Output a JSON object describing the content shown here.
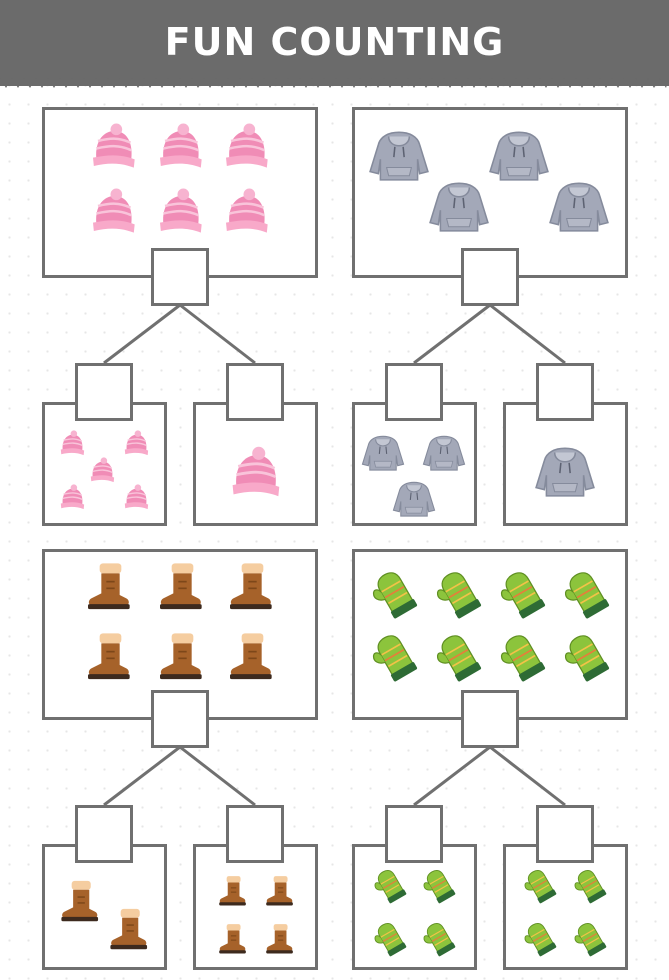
{
  "header": {
    "title": "FUN COUNTING"
  },
  "colors": {
    "banner": "#6b6b6b",
    "border": "#707070",
    "hat_pink": "#f08cb6",
    "hoodie_gray": "#a3a8b8",
    "boot_brown": "#a6622a",
    "mitten_green": "#8cc43c"
  },
  "puzzles": [
    {
      "item": "winter-hat",
      "icon": "winter-hat-icon",
      "total": 6,
      "left_count": 5,
      "right_count": 1
    },
    {
      "item": "hoodie",
      "icon": "hoodie-icon",
      "total": 4,
      "left_count": 3,
      "right_count": 1
    },
    {
      "item": "boot",
      "icon": "boot-icon",
      "total": 6,
      "left_count": 2,
      "right_count": 4
    },
    {
      "item": "mitten",
      "icon": "mitten-icon",
      "total": 8,
      "left_count": 4,
      "right_count": 4
    }
  ]
}
